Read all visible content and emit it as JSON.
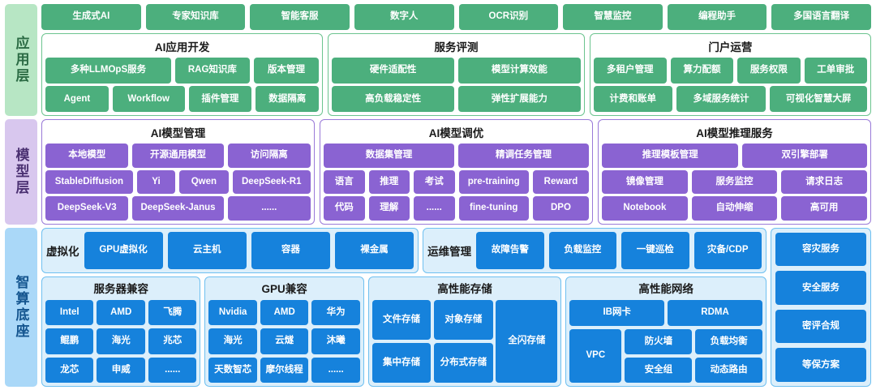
{
  "colors": {
    "green": "#4CAF7D",
    "purple": "#8A63D2",
    "blue": "#1682DC",
    "green_light": "#b7e6c4",
    "purple_light": "#d8c7ee",
    "blue_light": "#aad8f8",
    "panel_blue_bg": "#dceffb"
  },
  "layers": {
    "application": {
      "label": "应用层",
      "tags": [
        "生成式AI",
        "专家知识库",
        "智能客服",
        "数字人",
        "OCR识别",
        "智慧监控",
        "编程助手",
        "多国语言翻译"
      ],
      "groups": [
        {
          "title": "AI应用开发",
          "rows": [
            [
              {
                "label": "多种LLMOpS服务",
                "flex": 2
              },
              {
                "label": "RAG知识库",
                "flex": 1.15
              },
              {
                "label": "版本管理",
                "flex": 1
              }
            ],
            [
              {
                "label": "Agent",
                "flex": 1
              },
              {
                "label": "Workflow",
                "flex": 1.15
              },
              {
                "label": "插件管理",
                "flex": 1
              },
              {
                "label": "数据隔离",
                "flex": 1
              }
            ]
          ]
        },
        {
          "title": "服务评测",
          "rows": [
            [
              {
                "label": "硬件适配性",
                "flex": 1
              },
              {
                "label": "模型计算效能",
                "flex": 1
              }
            ],
            [
              {
                "label": "高负载稳定性",
                "flex": 1
              },
              {
                "label": "弹性扩展能力",
                "flex": 1
              }
            ]
          ]
        },
        {
          "title": "门户运营",
          "rows": [
            [
              {
                "label": "多租户管理",
                "flex": 1
              },
              {
                "label": "算力配额",
                "flex": 0.85
              },
              {
                "label": "服务权限",
                "flex": 0.85
              },
              {
                "label": "工单审批",
                "flex": 0.85
              }
            ],
            [
              {
                "label": "计费和账单",
                "flex": 1
              },
              {
                "label": "多域服务统计",
                "flex": 1.15
              },
              {
                "label": "可视化智慧大屏",
                "flex": 1.25
              }
            ]
          ]
        }
      ]
    },
    "model": {
      "label": "模型层",
      "groups": [
        {
          "title": "AI模型管理",
          "rows": [
            [
              {
                "label": "本地模型",
                "flex": 1
              },
              {
                "label": "开源通用模型",
                "flex": 1.1
              },
              {
                "label": "访问隔离",
                "flex": 1
              }
            ],
            [
              {
                "label": "StableDiffusion",
                "flex": 1.35
              },
              {
                "label": "Yi",
                "flex": 0.55
              },
              {
                "label": "Qwen",
                "flex": 0.72
              },
              {
                "label": "DeepSeek-R1",
                "flex": 1.2
              }
            ],
            [
              {
                "label": "DeepSeek-V3",
                "flex": 1
              },
              {
                "label": "DeepSeek-Janus",
                "flex": 1.1
              },
              {
                "label": "......",
                "flex": 1
              }
            ]
          ]
        },
        {
          "title": "AI模型调优",
          "rows": [
            [
              {
                "label": "数据集管理",
                "flex": 1
              },
              {
                "label": "精调任务管理",
                "flex": 1
              }
            ],
            [
              {
                "label": "语言",
                "flex": 0.62
              },
              {
                "label": "推理",
                "flex": 0.62
              },
              {
                "label": "考试",
                "flex": 0.62
              },
              {
                "label": "pre-training",
                "flex": 1.12
              },
              {
                "label": "Reward",
                "flex": 0.88
              }
            ],
            [
              {
                "label": "代码",
                "flex": 0.62
              },
              {
                "label": "理解",
                "flex": 0.62
              },
              {
                "label": "......",
                "flex": 0.62
              },
              {
                "label": "fine-tuning",
                "flex": 1.12
              },
              {
                "label": "DPO",
                "flex": 0.88
              }
            ]
          ]
        },
        {
          "title": "AI模型推理服务",
          "rows": [
            [
              {
                "label": "推理模板管理",
                "flex": 1.1
              },
              {
                "label": "双引擎部署",
                "flex": 1
              }
            ],
            [
              {
                "label": "镜像管理",
                "flex": 1
              },
              {
                "label": "服务监控",
                "flex": 1
              },
              {
                "label": "请求日志",
                "flex": 1
              }
            ],
            [
              {
                "label": "Notebook",
                "flex": 1
              },
              {
                "label": "自动伸缩",
                "flex": 1
              },
              {
                "label": "高可用",
                "flex": 1
              }
            ]
          ]
        }
      ]
    },
    "infrastructure": {
      "label": "智算底座",
      "top_bars": [
        {
          "title": "虚拟化",
          "items": [
            "GPU虚拟化",
            "云主机",
            "容器",
            "裸金属"
          ]
        },
        {
          "title": "运维管理",
          "items": [
            "故障告警",
            "负载监控",
            "一键巡检",
            "灾备/CDP"
          ]
        }
      ],
      "server_compat": {
        "title": "服务器兼容",
        "rows": [
          [
            "Intel",
            "AMD",
            "飞腾"
          ],
          [
            "鲲鹏",
            "海光",
            "兆芯"
          ],
          [
            "龙芯",
            "申威",
            "......"
          ]
        ]
      },
      "gpu_compat": {
        "title": "GPU兼容",
        "rows": [
          [
            "Nvidia",
            "AMD",
            "华为"
          ],
          [
            "海光",
            "云燧",
            "沐曦"
          ],
          [
            "天数智芯",
            "摩尔线程",
            "......"
          ]
        ]
      },
      "storage": {
        "title": "高性能存储",
        "left_rows": [
          [
            "文件存储",
            "对象存储"
          ],
          [
            "集中存储",
            "分布式存储"
          ]
        ],
        "right": "全闪存储"
      },
      "network": {
        "title": "高性能网络",
        "row1": [
          "IB网卡",
          "RDMA"
        ],
        "vpc": "VPC",
        "right_rows": [
          [
            "防火墙",
            "负载均衡"
          ],
          [
            "安全组",
            "动态路由"
          ]
        ]
      },
      "services": [
        "容灾服务",
        "安全服务",
        "密评合规",
        "等保方案"
      ]
    }
  }
}
